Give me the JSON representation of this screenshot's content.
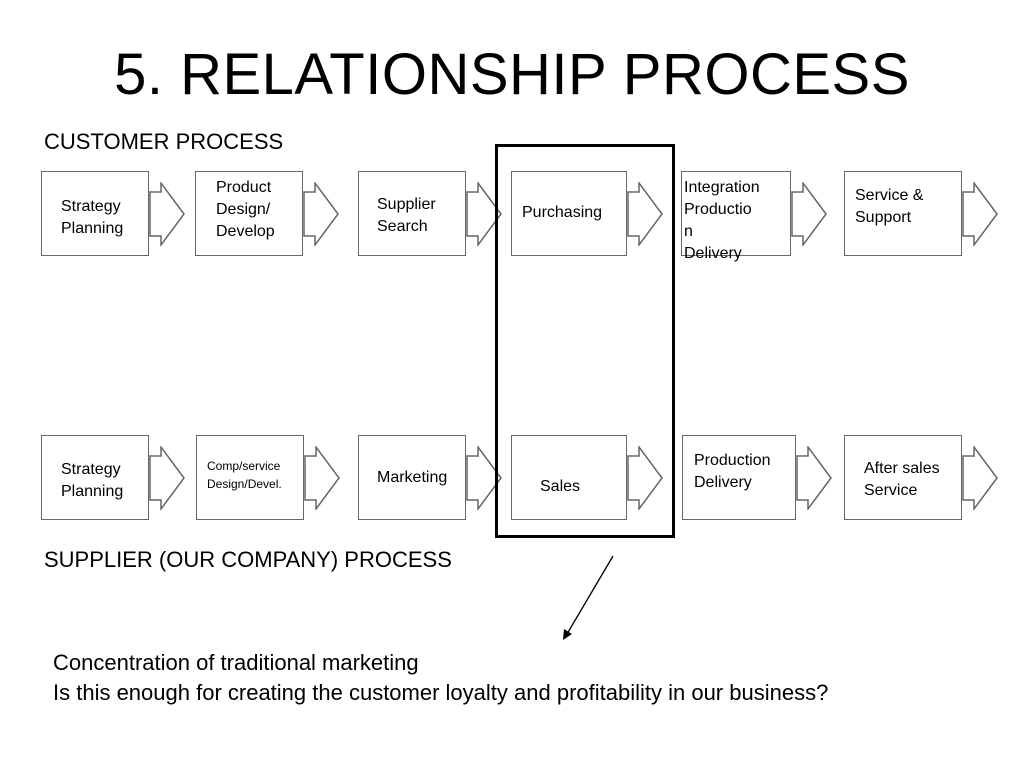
{
  "title": "5. RELATIONSHIP PROCESS",
  "customer_label": "CUSTOMER PROCESS",
  "supplier_label": "SUPPLIER (OUR COMPANY) PROCESS",
  "customer_steps": [
    "Strategy\nPlanning",
    "Product\nDesign/\nDevelop",
    "Supplier\nSearch",
    "Purchasing",
    "Integration\nProductio\nn\nDelivery",
    "Service &\nSupport"
  ],
  "supplier_steps": [
    "Strategy\nPlanning",
    "Comp/service\nDesign/Devel.",
    "Marketing",
    "Sales",
    "Production\nDelivery",
    "After sales\nService"
  ],
  "note_line1": "Concentration of traditional marketing",
  "note_line2": "Is this enough for creating the customer loyalty and profitability in our business?"
}
